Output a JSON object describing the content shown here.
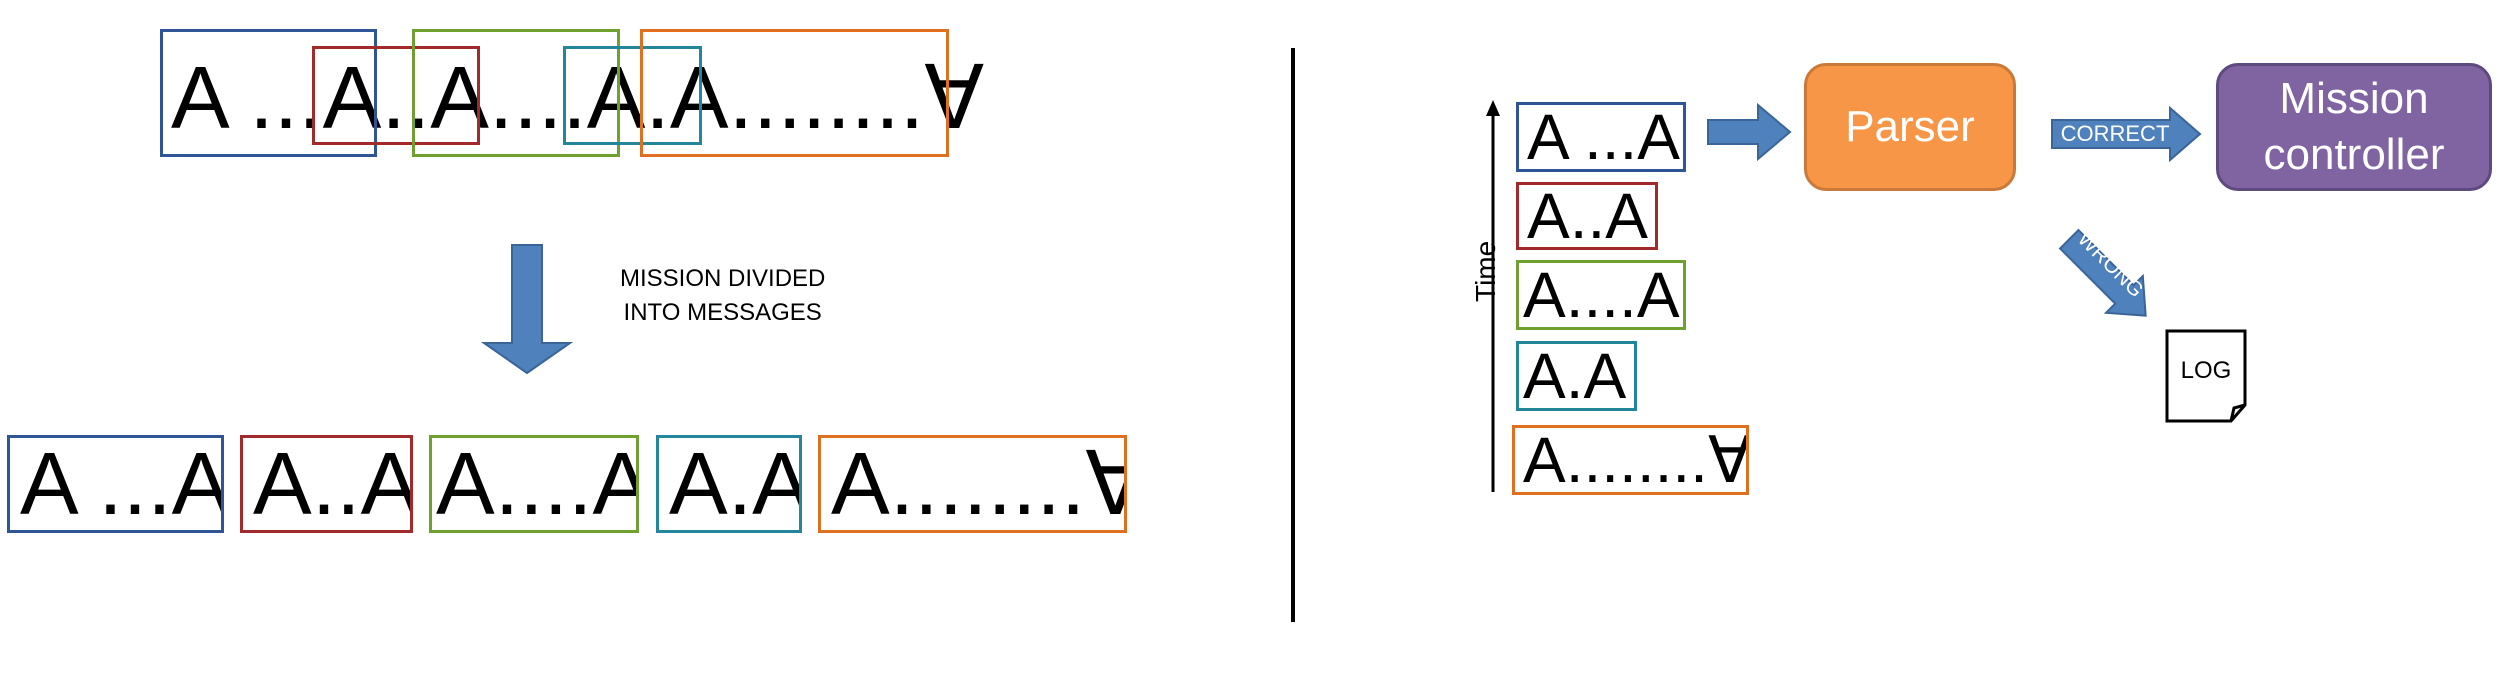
{
  "left_panel": {
    "mission_string": "A ...A..A....A.A........∀",
    "caption_line1": "MISSION DIVIDED",
    "caption_line2": "INTO MESSAGES",
    "messages": [
      {
        "text": "A ...A",
        "color": "#2f5597"
      },
      {
        "text": "A..A",
        "color": "#a32a2a"
      },
      {
        "text": "A....A",
        "color": "#70a030"
      },
      {
        "text": "A.A",
        "color": "#23869a"
      },
      {
        "text": "A........∀",
        "color": "#e07020"
      }
    ]
  },
  "right_panel": {
    "time_label": "Time",
    "stack": [
      {
        "text": "A ...A",
        "color": "#2f5597"
      },
      {
        "text": "A..A",
        "color": "#a32a2a"
      },
      {
        "text": "A....A",
        "color": "#70a030"
      },
      {
        "text": "A.A",
        "color": "#23869a"
      },
      {
        "text": "A........∀",
        "color": "#e07020"
      }
    ],
    "parser_label": "Parser",
    "parser_color": "#f79646",
    "controller_label_line1": "Mission",
    "controller_label_line2": "controller",
    "controller_color": "#8064a2",
    "correct_label": "CORRECT",
    "wrong_label": "WRONG",
    "log_label": "LOG",
    "arrow_color": "#4f81bd"
  }
}
